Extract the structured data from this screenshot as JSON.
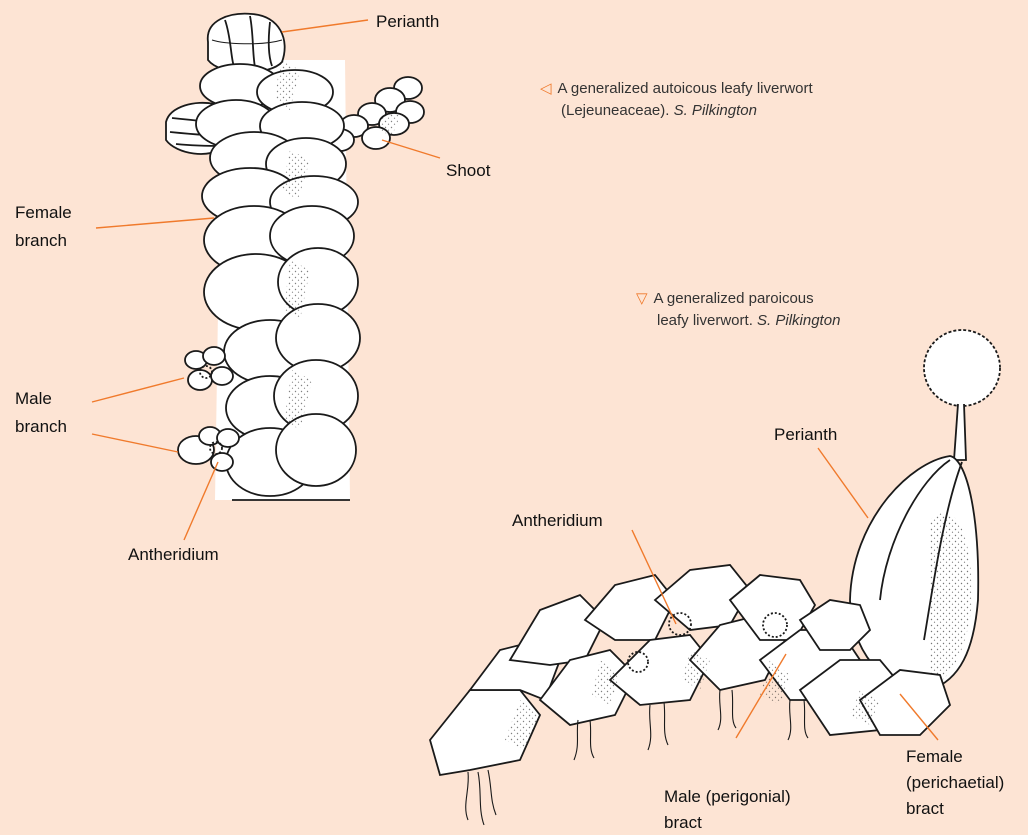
{
  "colors": {
    "background": "#fde4d4",
    "leader": "#f07a2c",
    "ink": "#1a1a1a"
  },
  "captions": {
    "autoicous": {
      "icon": "triangle-left-icon",
      "line1": "A generalized autoicous leafy liverwort",
      "line2_plain": "(Lejeuneaceae). ",
      "line2_credit": "S. Pilkington"
    },
    "paroicous": {
      "icon": "triangle-down-icon",
      "line1": "A generalized paroicous",
      "line2_plain": "leafy liverwort. ",
      "line2_credit": "S. Pilkington"
    }
  },
  "labels": {
    "left": {
      "perianth": "Perianth",
      "shoot": "Shoot",
      "female_branch_1": "Female",
      "female_branch_2": "branch",
      "male_branch_1": "Male",
      "male_branch_2": "branch",
      "antheridium": "Antheridium"
    },
    "right": {
      "perianth": "Perianth",
      "antheridium": "Antheridium",
      "male_bract_1": "Male (perigonial)",
      "male_bract_2": "bract",
      "female_bract_1": "Female",
      "female_bract_2": "(perichaetial)",
      "female_bract_3": "bract"
    }
  }
}
